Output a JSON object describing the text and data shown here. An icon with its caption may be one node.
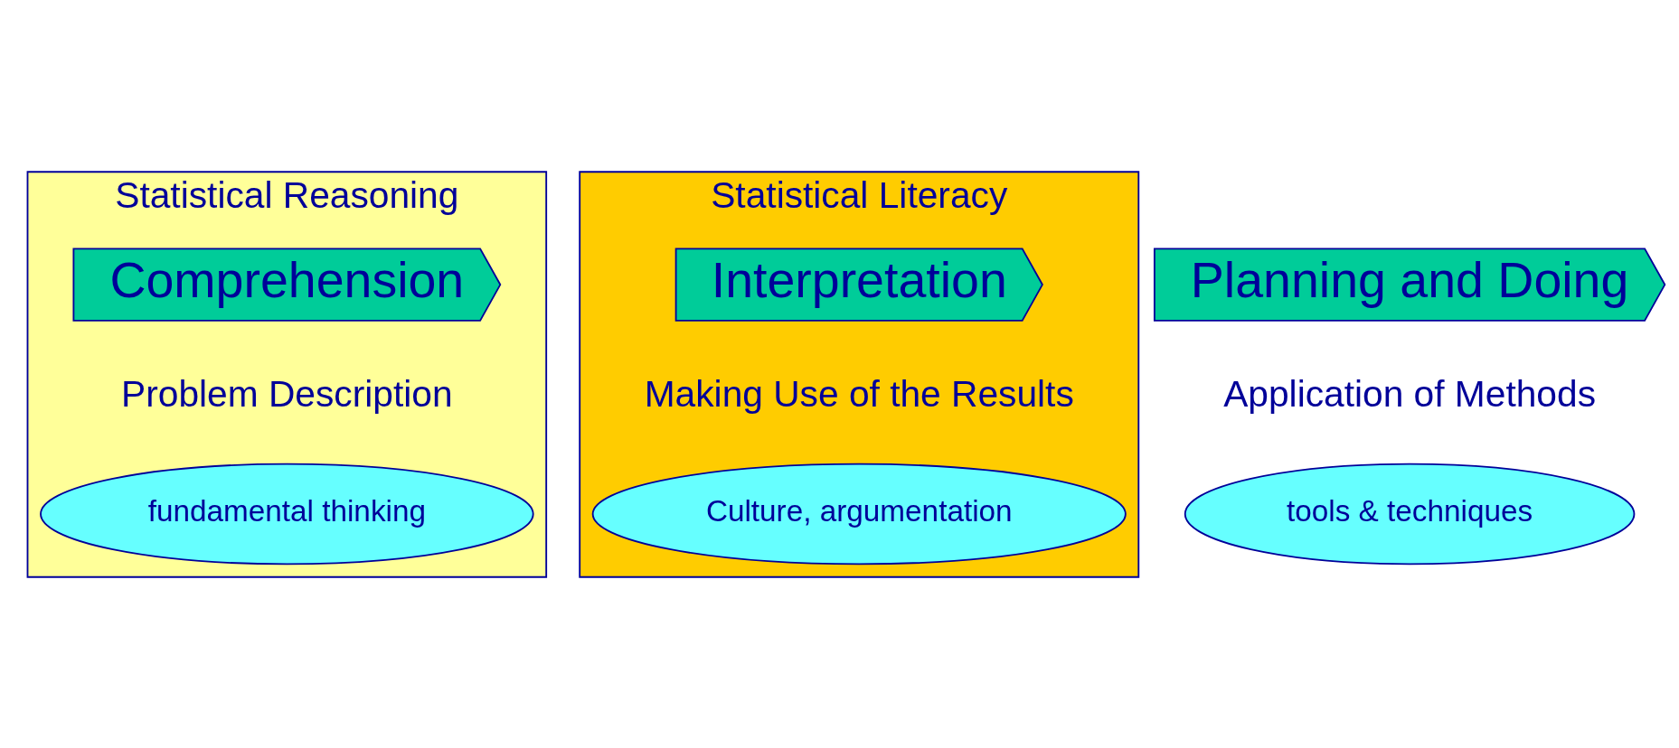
{
  "diagram": {
    "nodes": [
      {
        "text": [
          "Statistical Reasoning"
        ]
      },
      {
        "text": [
          "Statistical Literacy"
        ]
      },
      {
        "text": [
          "Comprehension"
        ],
        "in": 0,
        "beside": [
          "Problem Description"
        ]
      },
      {
        "text": [
          "Planning and Doing"
        ],
        "beside": [
          "Application of Methods"
        ]
      },
      {
        "text": [
          "Interpretation"
        ],
        "in": 1,
        "beside": [
          "Making Use of the Results"
        ]
      },
      {
        "text": [
          "fundamental thinking"
        ],
        "in": 0
      },
      {
        "text": [
          "tools & techniques"
        ]
      },
      {
        "text": [
          "Culture, argumentation"
        ],
        "in": 1
      }
    ],
    "edges": []
  }
}
